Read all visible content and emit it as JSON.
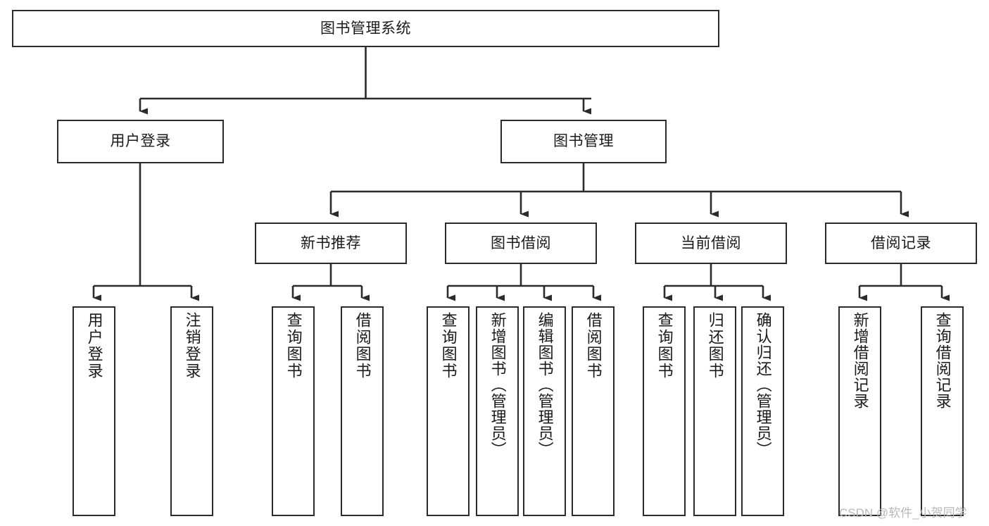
{
  "diagram": {
    "type": "tree-hierarchy",
    "title": "图书管理系统",
    "watermark": "CSDN @软件_小贺同学",
    "colors": {
      "box_border": "#2b2b2b",
      "box_fill": "#ffffff",
      "connector": "#2b2b2b",
      "text": "#1a1a1a",
      "watermark": "#b8b8b8",
      "background": "#ffffff"
    },
    "nodes": {
      "root": {
        "label": "图书管理系统"
      },
      "level2": [
        {
          "label": "用户登录"
        },
        {
          "label": "图书管理"
        }
      ],
      "level3": [
        {
          "label": "新书推荐"
        },
        {
          "label": "图书借阅"
        },
        {
          "label": "当前借阅"
        },
        {
          "label": "借阅记录"
        }
      ],
      "leaves_user_login": [
        {
          "label": "用户登录"
        },
        {
          "label": "注销登录"
        }
      ],
      "leaves_new_book": [
        {
          "label": "查询图书"
        },
        {
          "label": "借阅图书"
        }
      ],
      "leaves_borrow": [
        {
          "label": "查询图书"
        },
        {
          "label": "新增图书（管理员）"
        },
        {
          "label": "编辑图书（管理员）"
        },
        {
          "label": "借阅图书"
        }
      ],
      "leaves_current": [
        {
          "label": "查询图书"
        },
        {
          "label": "归还图书"
        },
        {
          "label": "确认归还（管理员）"
        }
      ],
      "leaves_records": [
        {
          "label": "新增借阅记录"
        },
        {
          "label": "查询借阅记录"
        }
      ]
    }
  }
}
